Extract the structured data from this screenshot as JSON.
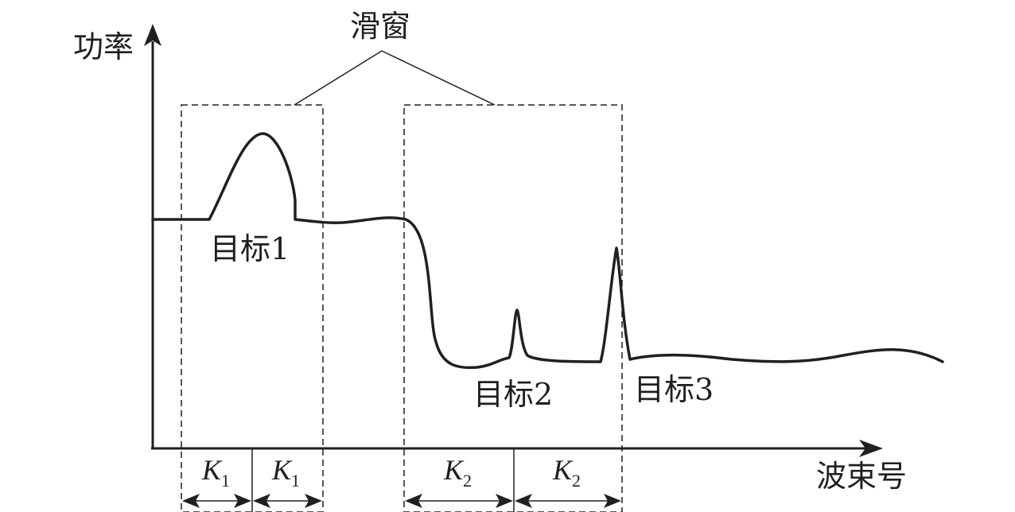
{
  "axes": {
    "y_label": "功率",
    "x_label": "波束号"
  },
  "annotations": {
    "window_label": "滑窗",
    "target1": "目标1",
    "target2": "目标2",
    "target3": "目标3"
  },
  "intervals": [
    {
      "letter": "K",
      "sub": "1"
    },
    {
      "letter": "K",
      "sub": "1"
    },
    {
      "letter": "K",
      "sub": "2"
    },
    {
      "letter": "K",
      "sub": "2"
    }
  ]
}
